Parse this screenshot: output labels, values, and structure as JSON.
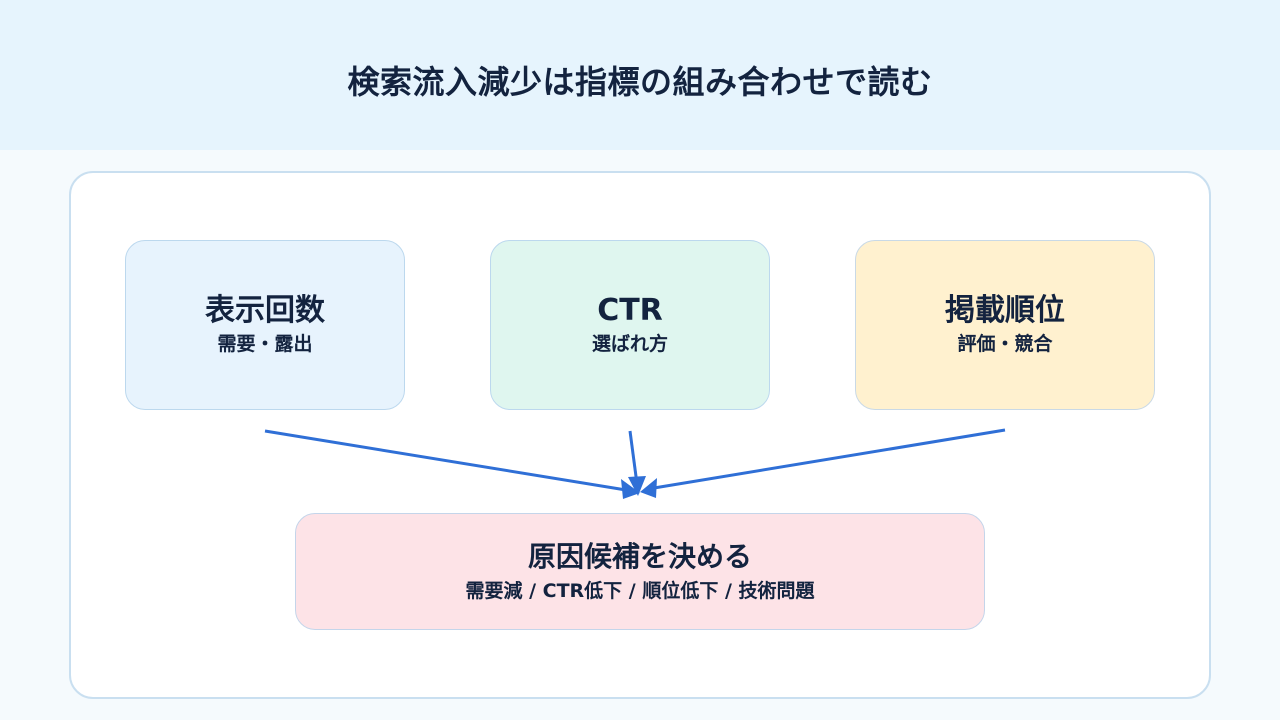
{
  "header": {
    "title": "検索流入減少は指標の組み合わせで読む"
  },
  "cards": {
    "impressions": {
      "title": "表示回数",
      "sub": "需要・露出"
    },
    "ctr": {
      "title": "CTR",
      "sub": "選ばれ方"
    },
    "rank": {
      "title": "掲載順位",
      "sub": "評価・競合"
    },
    "cause": {
      "title": "原因候補を決める",
      "sub": "需要減 / CTR低下 / 順位低下 / 技術問題"
    }
  },
  "colors": {
    "header_bg": "#e6f4fd",
    "impressions_bg": "#e7f3fd",
    "ctr_bg": "#dff6ef",
    "rank_bg": "#fff1cf",
    "cause_bg": "#fde3e7",
    "arrow": "#2f6fd6",
    "text": "#13233f"
  }
}
